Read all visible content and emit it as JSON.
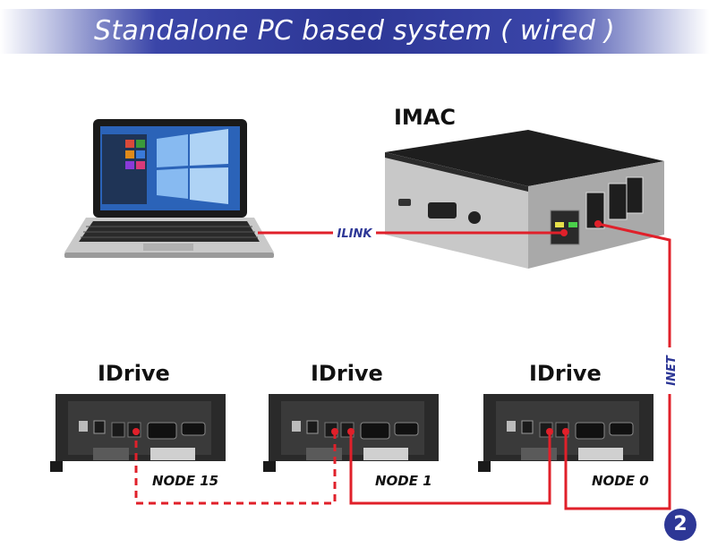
{
  "title": "Standalone PC based system ( wired )",
  "devices": {
    "imac_label": "IMAC",
    "drive_label_1": "IDrive",
    "drive_label_2": "IDrive",
    "drive_label_3": "IDrive"
  },
  "links": {
    "ilink": "ILINK",
    "inet": "INET"
  },
  "nodes": {
    "left": "NODE 15",
    "middle": "NODE 1",
    "right": "NODE 0"
  },
  "page_number": "2",
  "colors": {
    "title_bar": "#2d3796",
    "cable": "#e0202a",
    "link_label": "#2d3796",
    "badge": "#2d3796"
  }
}
